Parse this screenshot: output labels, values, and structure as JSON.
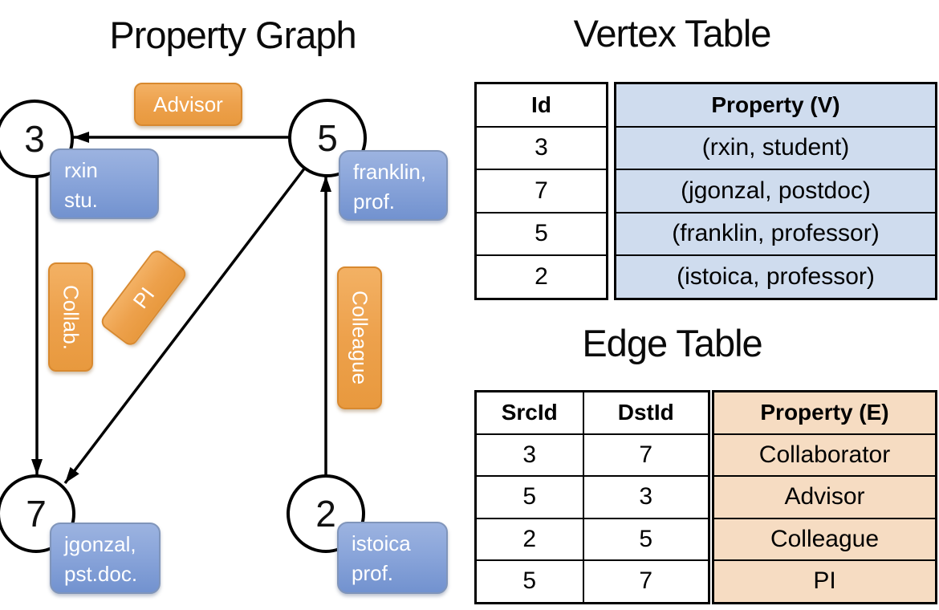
{
  "graph": {
    "title": "Property Graph",
    "nodes": [
      {
        "id": "3",
        "label_line1": "rxin",
        "label_line2": "stu."
      },
      {
        "id": "5",
        "label_line1": "franklin,",
        "label_line2": "prof."
      },
      {
        "id": "7",
        "label_line1": "jgonzal,",
        "label_line2": "pst.doc."
      },
      {
        "id": "2",
        "label_line1": "istoica",
        "label_line2": "prof."
      }
    ],
    "edge_labels": {
      "advisor": "Advisor",
      "collab": "Collab.",
      "pi": "PI",
      "colleague": "Colleague"
    }
  },
  "vertex_table": {
    "title": "Vertex Table",
    "columns": [
      "Id",
      "Property (V)"
    ],
    "rows": [
      [
        "3",
        "(rxin, student)"
      ],
      [
        "7",
        "(jgonzal, postdoc)"
      ],
      [
        "5",
        "(franklin, professor)"
      ],
      [
        "2",
        "(istoica, professor)"
      ]
    ]
  },
  "edge_table": {
    "title": "Edge Table",
    "columns": [
      "SrcId",
      "DstId",
      "Property (E)"
    ],
    "rows": [
      [
        "3",
        "7",
        "Collaborator"
      ],
      [
        "5",
        "3",
        "Advisor"
      ],
      [
        "2",
        "5",
        "Colleague"
      ],
      [
        "5",
        "7",
        "PI"
      ]
    ]
  },
  "colors": {
    "vertex_property_fill": "#cfdcee",
    "edge_property_fill": "#f6dcc2",
    "node_label_blue": "#7b9bd4",
    "edge_label_orange": "#eda14c",
    "line_black": "#000000"
  }
}
